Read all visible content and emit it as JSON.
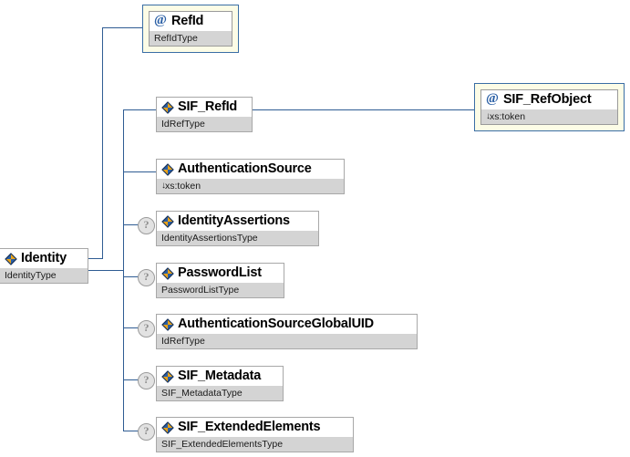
{
  "diagram": {
    "kind": "xml-schema-element-diagram",
    "root": {
      "name": "Identity",
      "type": "IdentityType",
      "node_kind": "element",
      "icon": "element-diamond-icon"
    },
    "colors": {
      "connector": "#2f5c93",
      "attribute_frame": "#fcfce6",
      "attribute_border": "#3a6ea5",
      "type_band": "#d4d4d4",
      "header": "#ffffff",
      "box_border": "#9a9a9a",
      "optional_marker": "#e2e2e2",
      "icon_blue": "#2a5fa5",
      "icon_orange": "#e8a21a"
    },
    "nodes": [
      {
        "id": "refid",
        "name": "RefId",
        "type": "RefIdType",
        "node_kind": "attribute",
        "icon": "at-sign-icon",
        "optional": false,
        "type_prefix": ""
      },
      {
        "id": "sif_refid",
        "name": "SIF_RefId",
        "type": "IdRefType",
        "node_kind": "element",
        "icon": "element-diamond-icon",
        "optional": false,
        "type_prefix": ""
      },
      {
        "id": "sif_refobject",
        "name": "SIF_RefObject",
        "type": "xs:token",
        "node_kind": "attribute",
        "icon": "at-sign-icon",
        "optional": false,
        "type_prefix": "↓"
      },
      {
        "id": "authentication_source",
        "name": "AuthenticationSource",
        "type": "xs:token",
        "node_kind": "element",
        "icon": "element-diamond-icon",
        "optional": false,
        "type_prefix": "↓"
      },
      {
        "id": "identity_assertions",
        "name": "IdentityAssertions",
        "type": "IdentityAssertionsType",
        "node_kind": "element",
        "icon": "element-diamond-icon",
        "optional": true,
        "type_prefix": ""
      },
      {
        "id": "password_list",
        "name": "PasswordList",
        "type": "PasswordListType",
        "node_kind": "element",
        "icon": "element-diamond-icon",
        "optional": true,
        "type_prefix": ""
      },
      {
        "id": "authentication_source_global_uid",
        "name": "AuthenticationSourceGlobalUID",
        "type": "IdRefType",
        "node_kind": "element",
        "icon": "element-diamond-icon",
        "optional": true,
        "type_prefix": ""
      },
      {
        "id": "sif_metadata",
        "name": "SIF_Metadata",
        "type": "SIF_MetadataType",
        "node_kind": "element",
        "icon": "element-diamond-icon",
        "optional": true,
        "type_prefix": ""
      },
      {
        "id": "sif_extended_elements",
        "name": "SIF_ExtendedElements",
        "type": "SIF_ExtendedElementsType",
        "node_kind": "element",
        "icon": "element-diamond-icon",
        "optional": true,
        "type_prefix": ""
      }
    ],
    "optional_marker_label": "?"
  }
}
